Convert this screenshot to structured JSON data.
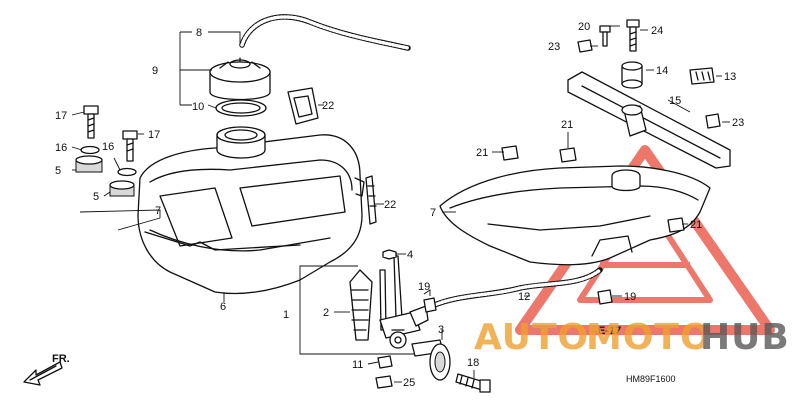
{
  "callouts": {
    "c1": "1",
    "c2": "2",
    "c3": "3",
    "c4": "4",
    "c5a": "5",
    "c5b": "5",
    "c6": "6",
    "c7a": "7",
    "c7b": "7",
    "c8": "8",
    "c9": "9",
    "c10": "10",
    "c11": "11",
    "c12": "12",
    "c13": "13",
    "c14": "14",
    "c15": "15",
    "c16a": "16",
    "c16b": "16",
    "c17a": "17",
    "c17b": "17",
    "c18": "18",
    "c19a": "19",
    "c19b": "19",
    "c20": "20",
    "c21a": "21",
    "c21b": "21",
    "c21c": "21",
    "c22a": "22",
    "c22b": "22",
    "c23a": "23",
    "c23b": "23",
    "c24": "24",
    "c25": "25"
  },
  "reference": "E-17",
  "front_arrow": "FR.",
  "diagram_code": "HM89F1600",
  "watermark": {
    "part1": "AUTO",
    "part2": "MOTO",
    "part3": "HUB",
    "color_orange": "#f0a030",
    "color_red": "#e84a3a",
    "color_dark": "#5a5a5a"
  }
}
